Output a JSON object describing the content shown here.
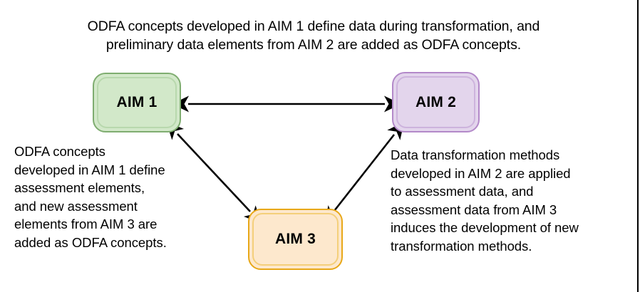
{
  "caption": {
    "line1": "ODFA concepts developed in AIM 1 define data during transformation, and",
    "line2": "preliminary data elements from AIM 2 are added as ODFA concepts."
  },
  "nodes": [
    {
      "id": "aim1",
      "label": "AIM 1",
      "fill": "#d2e8c9",
      "border": "#7fad70",
      "inner_border": "#b8d8ad"
    },
    {
      "id": "aim2",
      "label": "AIM 2",
      "fill": "#e3d5ec",
      "border": "#b389c9",
      "inner_border": "#cdb3dd"
    },
    {
      "id": "aim3",
      "label": "AIM 3",
      "fill": "#fde8cd",
      "border": "#e8a819",
      "inner_border": "#f4cf7a"
    }
  ],
  "annotations": {
    "left": "ODFA concepts\ndeveloped in AIM 1 define\nassessment elements,\nand new assessment\nelements from AIM 3 are\nadded as ODFA concepts.",
    "right": "Data transformation methods\ndeveloped in AIM 2 are applied\nto assessment data, and\nassessment data from AIM 3\ninduces the development of new\ntransformation methods."
  },
  "edges": [
    {
      "id": "edge-aim1-aim2",
      "from": "aim1",
      "to": "aim2",
      "direction": "bidirectional"
    },
    {
      "id": "edge-aim1-aim3",
      "from": "aim1",
      "to": "aim3",
      "direction": "bidirectional"
    },
    {
      "id": "edge-aim2-aim3",
      "from": "aim2",
      "to": "aim3",
      "direction": "bidirectional"
    }
  ],
  "colors": {
    "arrow": "#000000",
    "background": "#ffffff",
    "text": "#000000",
    "frame": "#000000"
  }
}
